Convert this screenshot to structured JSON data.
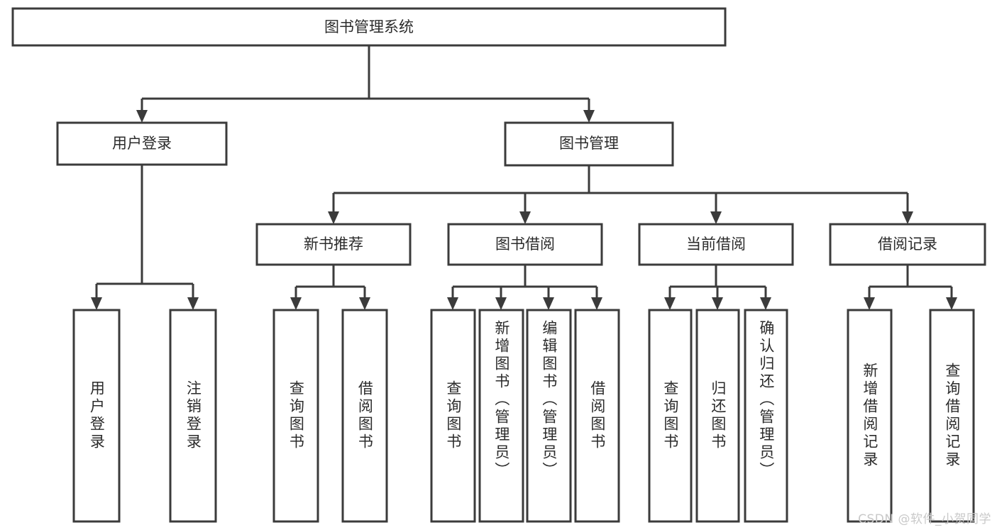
{
  "title": "图书管理系统",
  "watermark": "CSDN @软件_小贺同学",
  "colors": {
    "stroke": "#3b3b3b",
    "box_fill": "#ffffff",
    "text": "#2b2b2b",
    "background": "#ffffff",
    "watermark": "#c9c9c9"
  },
  "chart_data": {
    "type": "diagram",
    "diagram_kind": "tree-hierarchy",
    "title": "图书管理系统",
    "orientation": "top-down",
    "levels": 4,
    "nodes": [
      {
        "id": "root",
        "label": "图书管理系统",
        "level": 0,
        "orientation": "horizontal",
        "parent": null
      },
      {
        "id": "login",
        "label": "用户登录",
        "level": 1,
        "orientation": "horizontal",
        "parent": "root"
      },
      {
        "id": "bookmgmt",
        "label": "图书管理",
        "level": 1,
        "orientation": "horizontal",
        "parent": "root"
      },
      {
        "id": "newbook",
        "label": "新书推荐",
        "level": 2,
        "orientation": "horizontal",
        "parent": "bookmgmt"
      },
      {
        "id": "borrow",
        "label": "图书借阅",
        "level": 2,
        "orientation": "horizontal",
        "parent": "bookmgmt"
      },
      {
        "id": "current",
        "label": "当前借阅",
        "level": 2,
        "orientation": "horizontal",
        "parent": "bookmgmt"
      },
      {
        "id": "record",
        "label": "借阅记录",
        "level": 2,
        "orientation": "horizontal",
        "parent": "bookmgmt"
      },
      {
        "id": "login-1",
        "label": "用户登录",
        "level": 3,
        "orientation": "vertical",
        "parent": "login"
      },
      {
        "id": "login-2",
        "label": "注销登录",
        "level": 3,
        "orientation": "vertical",
        "parent": "login"
      },
      {
        "id": "newbook-1",
        "label": "查询图书",
        "level": 3,
        "orientation": "vertical",
        "parent": "newbook"
      },
      {
        "id": "newbook-2",
        "label": "借阅图书",
        "level": 3,
        "orientation": "vertical",
        "parent": "newbook"
      },
      {
        "id": "borrow-1",
        "label": "查询图书",
        "level": 3,
        "orientation": "vertical",
        "parent": "borrow"
      },
      {
        "id": "borrow-2",
        "label": "新增图书（管理员）",
        "level": 3,
        "orientation": "vertical",
        "parent": "borrow"
      },
      {
        "id": "borrow-3",
        "label": "编辑图书（管理员）",
        "level": 3,
        "orientation": "vertical",
        "parent": "borrow"
      },
      {
        "id": "borrow-4",
        "label": "借阅图书",
        "level": 3,
        "orientation": "vertical",
        "parent": "borrow"
      },
      {
        "id": "current-1",
        "label": "查询图书",
        "level": 3,
        "orientation": "vertical",
        "parent": "current"
      },
      {
        "id": "current-2",
        "label": "归还图书",
        "level": 3,
        "orientation": "vertical",
        "parent": "current"
      },
      {
        "id": "current-3",
        "label": "确认归还（管理员）",
        "level": 3,
        "orientation": "vertical",
        "parent": "current"
      },
      {
        "id": "record-1",
        "label": "新增借阅记录",
        "level": 3,
        "orientation": "vertical",
        "parent": "record"
      },
      {
        "id": "record-2",
        "label": "查询借阅记录",
        "level": 3,
        "orientation": "vertical",
        "parent": "record"
      }
    ]
  },
  "nodes": {
    "root": "图书管理系统",
    "login": "用户登录",
    "bookmgmt": "图书管理",
    "newbook": "新书推荐",
    "borrow": "图书借阅",
    "current": "当前借阅",
    "record": "借阅记录",
    "login_1": "用户登录",
    "login_2": "注销登录",
    "newbook_1": "查询图书",
    "newbook_2": "借阅图书",
    "borrow_1": "查询图书",
    "borrow_2": "新增图书（管理员）",
    "borrow_3": "编辑图书（管理员）",
    "borrow_4": "借阅图书",
    "current_1": "查询图书",
    "current_2": "归还图书",
    "current_3": "确认归还（管理员）",
    "record_1": "新增借阅记录",
    "record_2": "查询借阅记录"
  }
}
